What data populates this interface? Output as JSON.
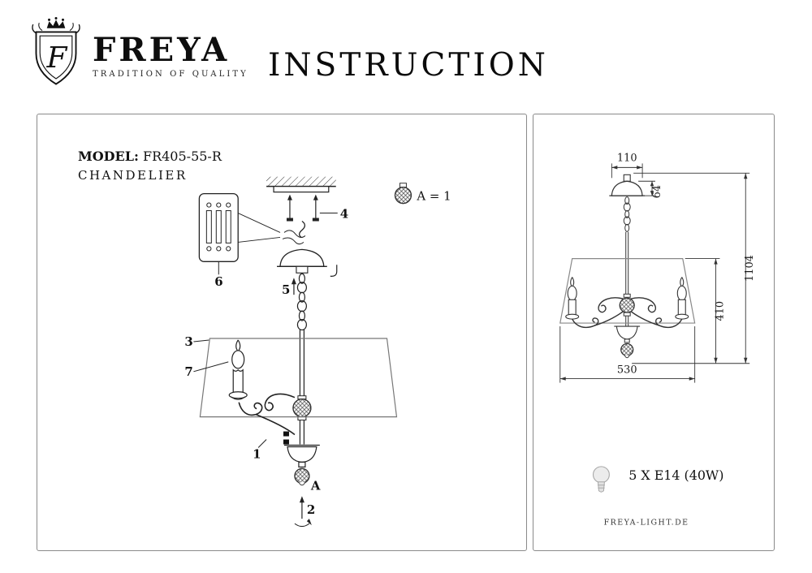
{
  "header": {
    "brand": "FREYA",
    "tagline": "TRADITION OF QUALITY",
    "crest_letter": "F",
    "title": "INSTRUCTION"
  },
  "left_panel": {
    "model_label": "MODEL:",
    "model_value": "FR405-55-R",
    "product_type": "CHANDELIER",
    "crystal_note": "A = 1",
    "part_labels": {
      "p1": "1",
      "p2": "2",
      "p3": "3",
      "p4": "4",
      "p5": "5",
      "p6": "6",
      "p7": "7",
      "pA": "A"
    }
  },
  "right_panel": {
    "dimensions": {
      "canopy_width": "110",
      "canopy_height": "64",
      "overall_height": "1104",
      "body_height": "410",
      "shade_width": "530"
    },
    "bulb_spec": "5 X E14 (40W)",
    "website": "FREYA-LIGHT.DE"
  }
}
